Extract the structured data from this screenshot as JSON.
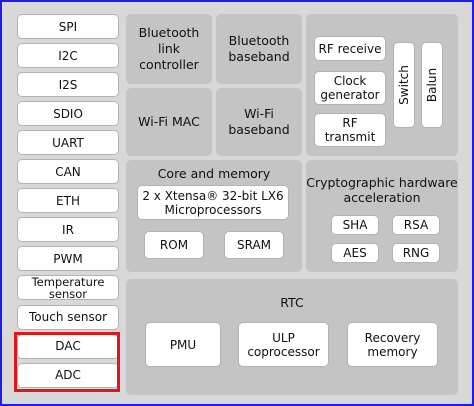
{
  "peripherals": [
    "SPI",
    "I2C",
    "I2S",
    "SDIO",
    "UART",
    "CAN",
    "ETH",
    "IR",
    "PWM",
    "Temperature\nsensor",
    "Touch sensor",
    "DAC",
    "ADC"
  ],
  "radio": {
    "bt_link": "Bluetooth\nlink\ncontroller",
    "bt_baseband": "Bluetooth\nbaseband",
    "wifi_mac": "Wi-Fi MAC",
    "wifi_baseband": "Wi-Fi\nbaseband",
    "rf_receive": "RF receive",
    "clock": "Clock\ngenerator",
    "rf_transmit": "RF\ntransmit",
    "switch": "Switch",
    "balun": "Balun"
  },
  "core": {
    "title": "Core and memory",
    "cpu": "2 x Xtensa® 32-bit LX6\nMicroprocessors",
    "rom": "ROM",
    "sram": "SRAM"
  },
  "crypto": {
    "title": "Cryptographic hardware\nacceleration",
    "sha": "SHA",
    "rsa": "RSA",
    "aes": "AES",
    "rng": "RNG"
  },
  "rtc": {
    "title": "RTC",
    "pmu": "PMU",
    "ulp": "ULP\ncoprocessor",
    "recovery": "Recovery\nmemory"
  },
  "highlight_color": "#e0161b",
  "frame_color": "#1c1cf0"
}
